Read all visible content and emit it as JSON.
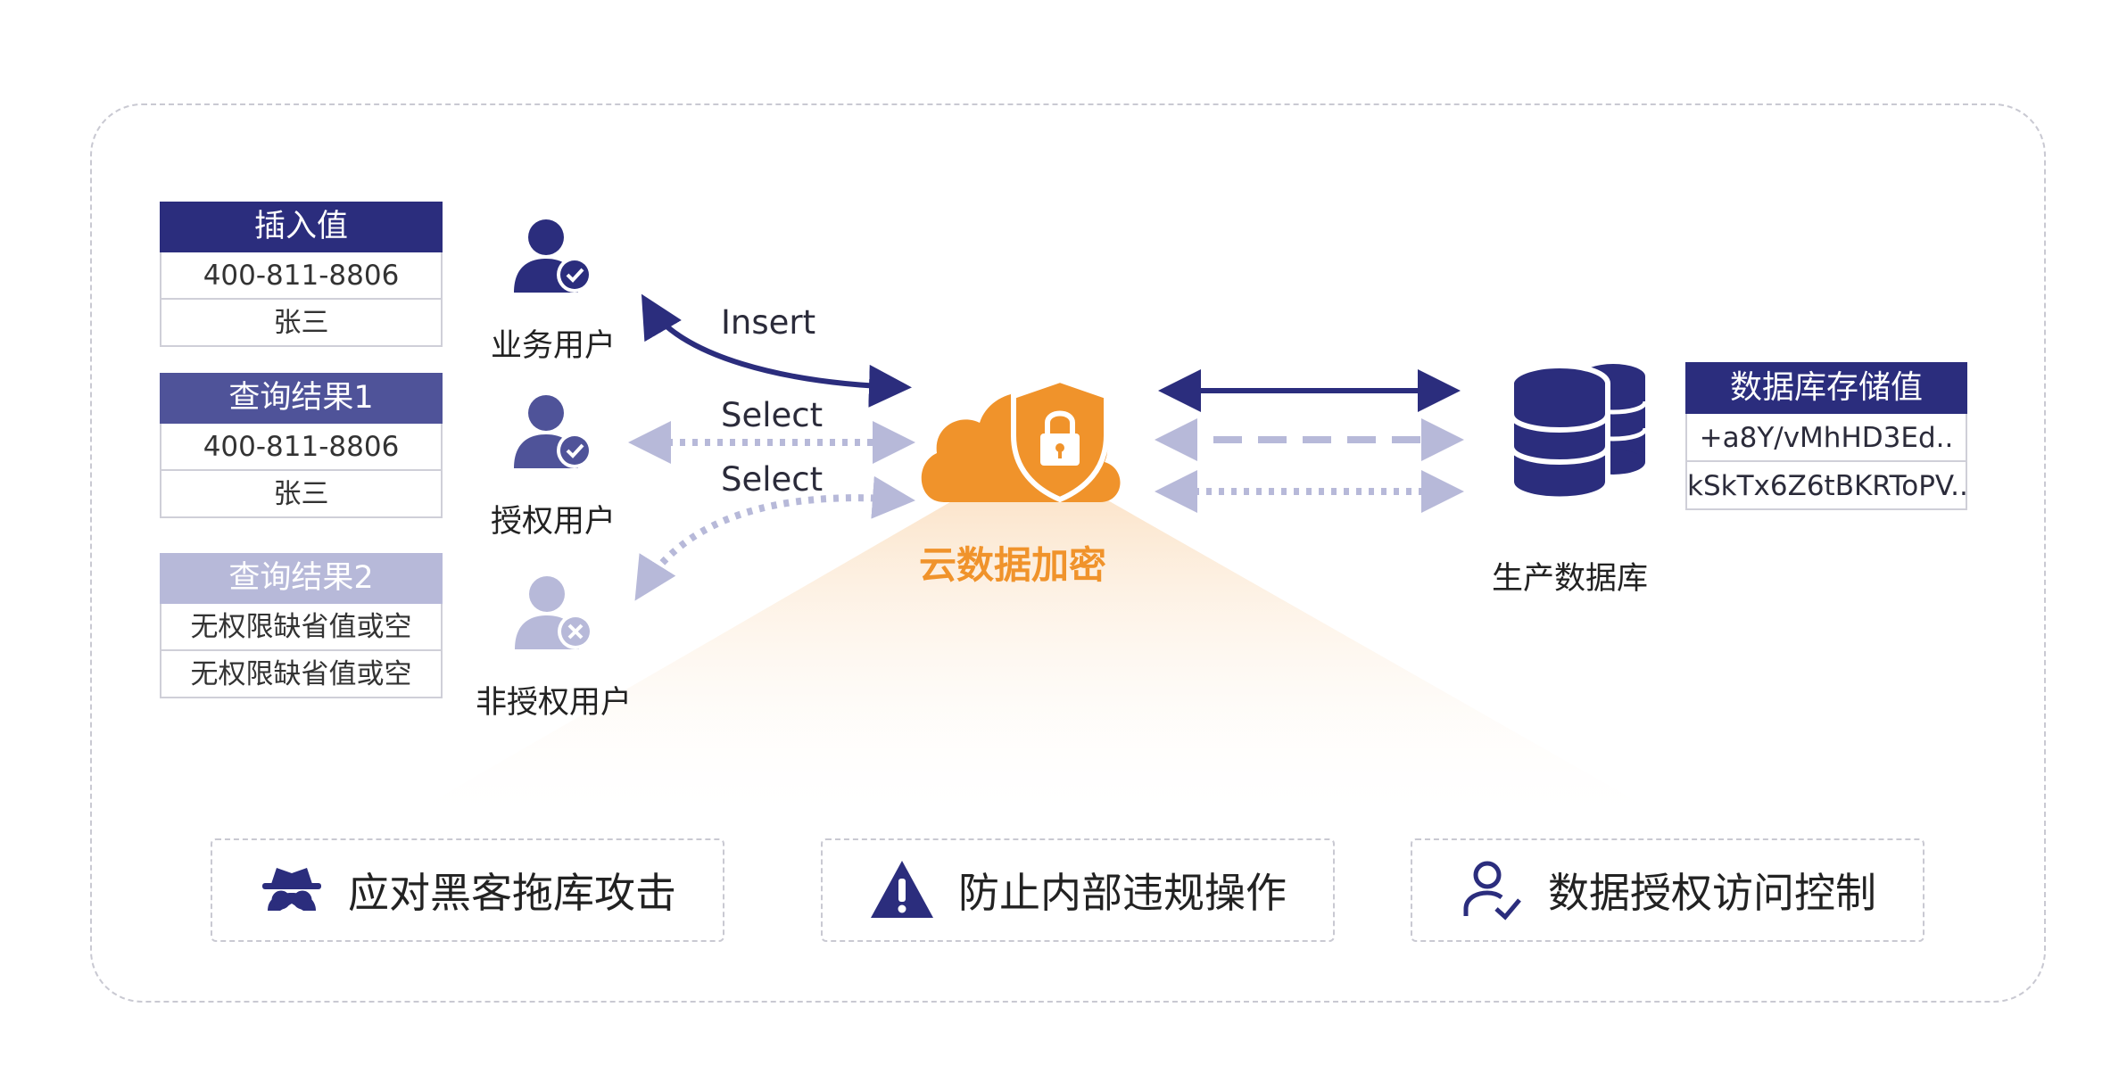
{
  "insert_table": {
    "header": "插入值",
    "rows": [
      "400-811-8806",
      "张三"
    ]
  },
  "query1_table": {
    "header": "查询结果1",
    "rows": [
      "400-811-8806",
      "张三"
    ]
  },
  "query2_table": {
    "header": "查询结果2",
    "rows": [
      "无权限缺省值或空",
      "无权限缺省值或空"
    ]
  },
  "users": {
    "business": "业务用户",
    "authorized": "授权用户",
    "unauthorized": "非授权用户"
  },
  "flows": {
    "insert": "Insert",
    "select1": "Select",
    "select2": "Select"
  },
  "encryption_label": "云数据加密",
  "database": {
    "label": "生产数据库",
    "table_header": "数据库存储值",
    "rows": [
      "+a8Y/vMhHD3Ed..",
      "kSkTx6Z6tBKRToPV.."
    ]
  },
  "features": [
    {
      "label": "应对黑客拖库攻击",
      "icon": "hacker-icon"
    },
    {
      "label": "防止内部违规操作",
      "icon": "warning-icon"
    },
    {
      "label": "数据授权访问控制",
      "icon": "user-check-icon"
    }
  ],
  "colors": {
    "navy": "#2b2d7d",
    "mid": "#4f5399",
    "light": "#b7b9d9",
    "orange": "#f0932b"
  }
}
